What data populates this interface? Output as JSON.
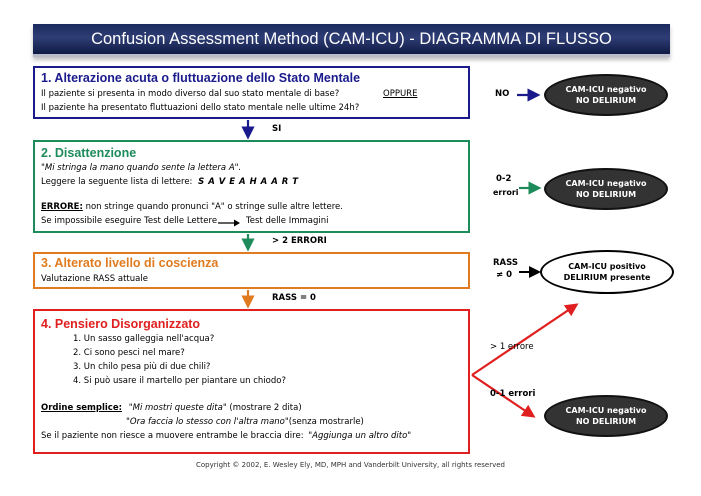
{
  "title": "Confusion Assessment Method (CAM-ICU) - DIAGRAMMA DI FLUSSO",
  "step1": {
    "heading": "1. Alterazione acuta o fluttuazione dello Stato Mentale",
    "line1": "Il paziente si presenta in modo diverso dal suo stato mentale di base?",
    "oppure": "OPPURE",
    "line2": "Il paziente ha presentato fluttuazioni dello stato mentale nelle ultime 24h?"
  },
  "step2": {
    "heading": "2. Disattenzione",
    "line1": "\"Mi stringa la mano quando sente la lettera A\".",
    "line2": "Leggere la seguente lista di lettere:",
    "letters": "S A V E A H A A R T",
    "error_label": "ERRORE:",
    "error_text": " non stringe quando pronunci \"A\" o stringe sulle altre lettere.",
    "line4a": "Se impossibile eseguire Test delle Lettere",
    "line4b": "Test delle Immagini"
  },
  "step3": {
    "heading": "3. Alterato livello di coscienza",
    "line1": "Valutazione RASS attuale"
  },
  "step4": {
    "heading": "4. Pensiero Disorganizzato",
    "q1": "1. Un sasso galleggia nell'acqua?",
    "q2": "2. Ci sono pesci nel mare?",
    "q3": "3. Un chilo pesa più di due chili?",
    "q4": "4. Si può usare il martello per piantare un chiodo?",
    "cmd_label": "Ordine semplice:",
    "cmd1": "\"Mi mostri queste dita\"",
    "cmd1_note": " (mostrare 2 dita)",
    "cmd2": "\"Ora faccia lo stesso con l'altra mano\"",
    "cmd2_note": "(senza mostrarle)",
    "last_a": "Se il paziente non riesce a muovere entrambe le braccia dire:",
    "last_b": "\"Aggiunga un altro dito\""
  },
  "labels": {
    "no": "NO",
    "si": "SI",
    "errori02_a": "0-2",
    "errori02_b": "errori",
    "gt2errori": "> 2 ERRORI",
    "rass_a": "RASS",
    "rass_b": "≠ 0",
    "rass0": "RASS = 0",
    "gt1errore": "> 1 errore",
    "errori01": "0-1 errori"
  },
  "outcomes": {
    "neg_a": "CAM-ICU negativo",
    "neg_b": "NO DELIRIUM",
    "pos_a": "CAM-ICU positivo",
    "pos_b": "DELIRIUM presente"
  },
  "copyright": "Copyright © 2002, E. Wesley Ely, MD, MPH and Vanderbilt University, all rights reserved",
  "colors": {
    "blue": "#1a1a8c",
    "green": "#1e8b5a",
    "orange": "#e07b20",
    "red": "#e02020"
  }
}
